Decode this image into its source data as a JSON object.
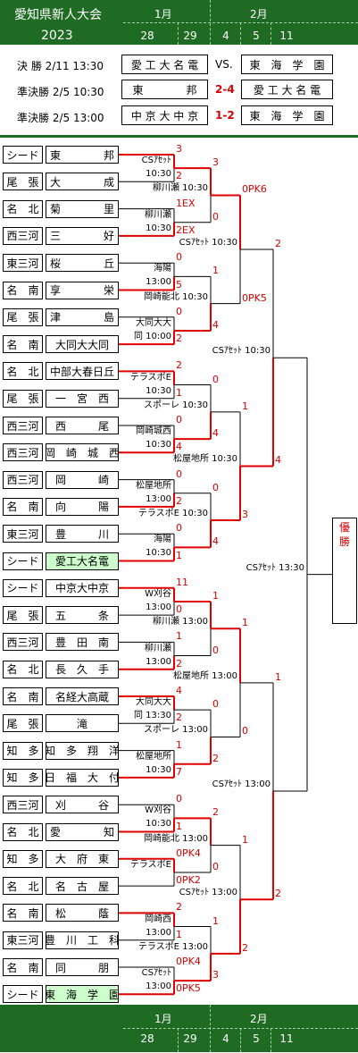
{
  "header": {
    "title": "愛知県新人大会",
    "year": "2023",
    "month1": "1月",
    "month2": "2月",
    "dates": [
      "28",
      "29",
      "4",
      "5",
      "11"
    ]
  },
  "summary": [
    {
      "label": "決 勝 2/11 13:30",
      "team_a": "愛 工 大 名 電",
      "score": "",
      "vs": "VS.",
      "team_b": "東　海　学　園"
    },
    {
      "label": "準決勝 2/5 10:30",
      "team_a": "東　　　　邦",
      "score": "2-4",
      "team_b": "愛 工 大 名 電"
    },
    {
      "label": "準決勝 2/5 13:00",
      "team_a": "中 京 大 中 京",
      "score": "1-2",
      "team_b": "東　海　学　園"
    }
  ],
  "teams": [
    {
      "region": "シード",
      "name": "東　　　　邦",
      "seeded": false
    },
    {
      "region": "尾　張",
      "name": "大　　　　成",
      "seeded": false
    },
    {
      "region": "名　北",
      "name": "菊　　　　里",
      "seeded": false
    },
    {
      "region": "西三河",
      "name": "三　　　　好",
      "seeded": false
    },
    {
      "region": "東三河",
      "name": "桜　　　　丘",
      "seeded": false
    },
    {
      "region": "名　南",
      "name": "享　　　　栄",
      "seeded": false
    },
    {
      "region": "尾　張",
      "name": "津　　　　島",
      "seeded": false
    },
    {
      "region": "名　南",
      "name": "大同大大同",
      "seeded": false
    },
    {
      "region": "名　北",
      "name": "中部大春日丘",
      "seeded": false
    },
    {
      "region": "尾　張",
      "name": "一　宮　西",
      "seeded": false
    },
    {
      "region": "西三河",
      "name": "西　　　尾",
      "seeded": false
    },
    {
      "region": "西三河",
      "name": "岡　崎　城　西",
      "seeded": false
    },
    {
      "region": "西三河",
      "name": "岡　　　崎",
      "seeded": false
    },
    {
      "region": "名　南",
      "name": "向　　　陽",
      "seeded": false
    },
    {
      "region": "東三河",
      "name": "豊　　　川",
      "seeded": false
    },
    {
      "region": "シード",
      "name": "愛工大名電",
      "seeded": true
    },
    {
      "region": "シード",
      "name": "中京大中京",
      "seeded": false
    },
    {
      "region": "尾　張",
      "name": "五　　　条",
      "seeded": false
    },
    {
      "region": "西三河",
      "name": "豊　田　南",
      "seeded": false
    },
    {
      "region": "名　北",
      "name": "長　久　手",
      "seeded": false
    },
    {
      "region": "名　南",
      "name": "名経大高蔵",
      "seeded": false
    },
    {
      "region": "尾　張",
      "name": "滝",
      "seeded": false
    },
    {
      "region": "知　多",
      "name": "知　多　翔　洋",
      "seeded": false
    },
    {
      "region": "知　多",
      "name": "日　福　大　付",
      "seeded": false
    },
    {
      "region": "西三河",
      "name": "刈　　　谷",
      "seeded": false
    },
    {
      "region": "名　北",
      "name": "愛　　　　知",
      "seeded": false
    },
    {
      "region": "知　多",
      "name": "大　府　東",
      "seeded": false
    },
    {
      "region": "名　北",
      "name": "名　古　屋",
      "seeded": false
    },
    {
      "region": "名　南",
      "name": "松　　　蔭",
      "seeded": false
    },
    {
      "region": "東三河",
      "name": "豊　川　工　科",
      "seeded": false
    },
    {
      "region": "名　南",
      "name": "同　　　朋",
      "seeded": false
    },
    {
      "region": "シード",
      "name": "東　海　学　園",
      "seeded": true
    }
  ],
  "round1": [
    {
      "venue": "CSｱｾｯﾄ",
      "time": "10:30",
      "score_top": "3",
      "score_bot": "2"
    },
    {
      "venue": "柳川瀬",
      "time": "10:30",
      "score_top": "1EX",
      "score_bot": "2EX"
    },
    {
      "venue": "海陽",
      "time": "13:00",
      "score_top": "0",
      "score_bot": "5"
    },
    {
      "venue": "大同大大",
      "time": "同 10:00",
      "score_top": "0",
      "score_bot": "2"
    },
    {
      "venue": "テラスポE",
      "time": "10:30",
      "score_top": "2",
      "score_bot": "1"
    },
    {
      "venue": "岡崎城西",
      "time": "10:30",
      "score_top": "0",
      "score_bot": "4"
    },
    {
      "venue": "松屋地所",
      "time": "13:00",
      "score_top": "0",
      "score_bot": "2"
    },
    {
      "venue": "海陽",
      "time": "10:30",
      "score_top": "0",
      "score_bot": "1"
    },
    {
      "venue": "W刈谷",
      "time": "13:00",
      "score_top": "11",
      "score_bot": "0"
    },
    {
      "venue": "柳川瀬",
      "time": "13:00",
      "score_top": "1",
      "score_bot": "2"
    },
    {
      "venue": "大同大大",
      "time": "同 13:30",
      "score_top": "4",
      "score_bot": "2"
    },
    {
      "venue": "松屋地所",
      "time": "10:30",
      "score_top": "1",
      "score_bot": "7"
    },
    {
      "venue": "W刈谷",
      "time": "10:30",
      "score_top": "0",
      "score_bot": "1"
    },
    {
      "venue": "テラスポE",
      "time": "",
      "score_top": "0PK4",
      "score_bot": "0PK2"
    },
    {
      "venue": "岡崎西",
      "time": "13:00",
      "score_top": "2",
      "score_bot": "1"
    },
    {
      "venue": "CSｱｾｯﾄ",
      "time": "13:00",
      "score_top": "0PK4",
      "score_bot": "0PK5"
    }
  ],
  "round2": [
    {
      "label": "柳川瀬 10:30",
      "score_top": "3",
      "score_bot": "0"
    },
    {
      "label": "岡崎能北 10:30",
      "score_top": "1",
      "score_bot": "4"
    },
    {
      "label": "スポーレ 10:30",
      "score_top": "0",
      "score_bot": "4"
    },
    {
      "label": "テラスポE 10:30",
      "score_top": "0",
      "score_bot": "4"
    },
    {
      "label": "柳川瀬 13:00",
      "score_top": "1",
      "score_bot": "0"
    },
    {
      "label": "スポーレ 13:00",
      "score_top": "0",
      "score_bot": "2"
    },
    {
      "label": "岡崎能北 13:00",
      "score_top": "2",
      "score_bot": "0"
    },
    {
      "label": "テラスポE 13:00",
      "score_top": "1",
      "score_bot": "3"
    }
  ],
  "round3": [
    {
      "label": "CSｱｾｯﾄ 10:30",
      "score_top": "0PK6",
      "score_bot": "0PK5"
    },
    {
      "label": "松屋地所 10:30",
      "score_top": "1",
      "score_bot": "3"
    },
    {
      "label": "松屋地所 13:00",
      "score_top": "1",
      "score_bot": "0"
    },
    {
      "label": "CSｱｾｯﾄ 13:00",
      "score_top": "1",
      "score_bot": "2"
    }
  ],
  "semis": [
    {
      "label": "CSｱｾｯﾄ 10:30",
      "score_top": "2",
      "score_bot": "4"
    },
    {
      "label": "CSｱｾｯﾄ 13:00",
      "score_top": "1",
      "score_bot": "2"
    }
  ],
  "final": {
    "label": "CSｱｾｯﾄ 13:30"
  },
  "champion_label": "優勝",
  "colors": {
    "header_bg": "#1f6b24",
    "win_line": "#e00000",
    "score": "#d60000",
    "seed_bg": "#ccffcc"
  }
}
